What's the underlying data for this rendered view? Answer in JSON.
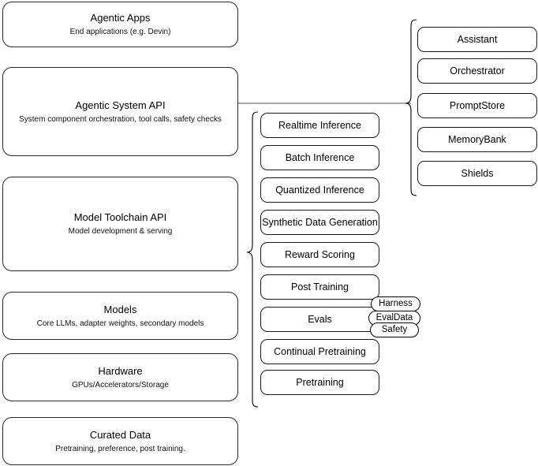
{
  "diagram": {
    "title": "Agentic stack layers",
    "stroke_color": "#1a1a1a",
    "connector_color": "#000000",
    "background": "#ffffff"
  },
  "stack_layers": [
    {
      "id": "agentic-apps",
      "title": "Agentic Apps",
      "subtitle": "End applications (e.g. Devin)"
    },
    {
      "id": "agentic-system-api",
      "title": "Agentic System API",
      "subtitle": "System component orchestration, tool calls, safety checks"
    },
    {
      "id": "model-toolchain-api",
      "title": "Model Toolchain API",
      "subtitle": "Model development & serving"
    },
    {
      "id": "models",
      "title": "Models",
      "subtitle": "Core LLMs, adapter weights, secondary models"
    },
    {
      "id": "hardware",
      "title": "Hardware",
      "subtitle": "GPUs/Accelerators/Storage"
    },
    {
      "id": "curated-data",
      "title": "Curated Data",
      "subtitle": "Pretraining, preference, post training."
    }
  ],
  "toolchain_components": [
    {
      "id": "realtime-inference",
      "label": "Realtime Inference"
    },
    {
      "id": "batch-inference",
      "label": "Batch Inference"
    },
    {
      "id": "quantized-inference",
      "label": "Quantized Inference"
    },
    {
      "id": "synthetic-data-generation",
      "label": "Synthetic Data Generation"
    },
    {
      "id": "reward-scoring",
      "label": "Reward Scoring"
    },
    {
      "id": "post-training",
      "label": "Post Training"
    },
    {
      "id": "evals",
      "label": "Evals"
    },
    {
      "id": "continual-pretraining",
      "label": "Continual Pretraining"
    },
    {
      "id": "pretraining",
      "label": "Pretraining"
    }
  ],
  "evals_badges": [
    {
      "id": "harness",
      "label": "Harness"
    },
    {
      "id": "evaldata",
      "label": "EvalData"
    },
    {
      "id": "safety",
      "label": "Safety"
    }
  ],
  "system_components": [
    {
      "id": "assistant",
      "label": "Assistant"
    },
    {
      "id": "orchestrator",
      "label": "Orchestrator"
    },
    {
      "id": "promptstore",
      "label": "PromptStore"
    },
    {
      "id": "memorybank",
      "label": "MemoryBank"
    },
    {
      "id": "shields",
      "label": "Shields"
    }
  ]
}
